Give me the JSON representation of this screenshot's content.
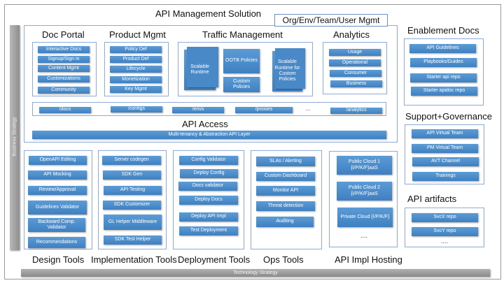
{
  "title": "API Management Solution",
  "org_tab": "Org/Env/Team/User Mgmt",
  "business_strategy": "Business Strategy",
  "technology_strategy": "Technology Strategy",
  "colors": {
    "button_blue": "#4a8ccb",
    "frame_blue": "#8eaadb",
    "strategy_gray": "#9e9e9e"
  },
  "top": {
    "doc_portal": {
      "title": "Doc Portal",
      "items": [
        "Interactive Docs",
        "Signup/Sign in",
        "Content Mgmt",
        "Customizations",
        "Community"
      ]
    },
    "product_mgmt": {
      "title": "Product Mgmt",
      "items": [
        "Policy Def",
        "Product Def",
        "Lifecycle",
        "Monetization",
        "Key Mgmt"
      ]
    },
    "traffic_mgmt": {
      "title": "Traffic Management",
      "items": [
        "Scalable Runtime",
        "OOTB Policies",
        "Custom Policies",
        "Scalable Runtime for Custom Policies"
      ]
    },
    "analytics": {
      "title": "Analytics",
      "items": [
        "Usage",
        "Operational",
        "Consumer",
        "Business"
      ]
    }
  },
  "api_access": {
    "title": "API Access",
    "endpoints": [
      "/docs",
      "/configs",
      "/envs",
      "/proxies",
      "...",
      "/analytics"
    ],
    "layer": "Multi-tenancy & Abstraction API Layer"
  },
  "tools": {
    "design": {
      "title": "Design Tools",
      "items": [
        "OpenAPI Editing",
        "API Mocking",
        "Review/Approval",
        "Guidelines Validator",
        "Backward Comp. Validator",
        "Recommendations"
      ]
    },
    "implementation": {
      "title": "Implementation Tools",
      "items": [
        "Server codegen",
        "SDK Gen",
        "API Testing",
        "SDK Customizer",
        "GL Helper Middleware",
        "SDK Test Helper"
      ]
    },
    "deployment": {
      "title": "Deployment Tools",
      "items": [
        "Config Validator",
        "Deploy Config",
        "Docs validator",
        "Deploy Docs",
        "Deploy API Impl",
        "Test Deployment"
      ]
    },
    "ops": {
      "title": "Ops Tools",
      "items": [
        "SLAs / Alerting",
        "Custom Dashboard",
        "Monitor API",
        "Threat detection",
        "Auditing"
      ]
    },
    "hosting": {
      "title": "API Impl Hosting",
      "items": [
        "Public Cloud 1 {I/P/K/F}aaS",
        "Public Cloud 2 {I/P/K/F}aaS",
        "Private Cloud {I/P/K/F}",
        "...."
      ]
    }
  },
  "right": {
    "enablement": {
      "title": "Enablement Docs",
      "items": [
        "API Guidelines",
        "Playbooks/Guides",
        "Starter api repo",
        "Starter apidoc repo"
      ]
    },
    "support": {
      "title": "Support+Governance",
      "items": [
        "API Virtual Team",
        "PM Virtual Team",
        "AVT Channel",
        "Trainings"
      ]
    },
    "artifacts": {
      "title": "API artifacts",
      "items": [
        "SvcX repo",
        "SvcY repo",
        "...."
      ]
    }
  }
}
